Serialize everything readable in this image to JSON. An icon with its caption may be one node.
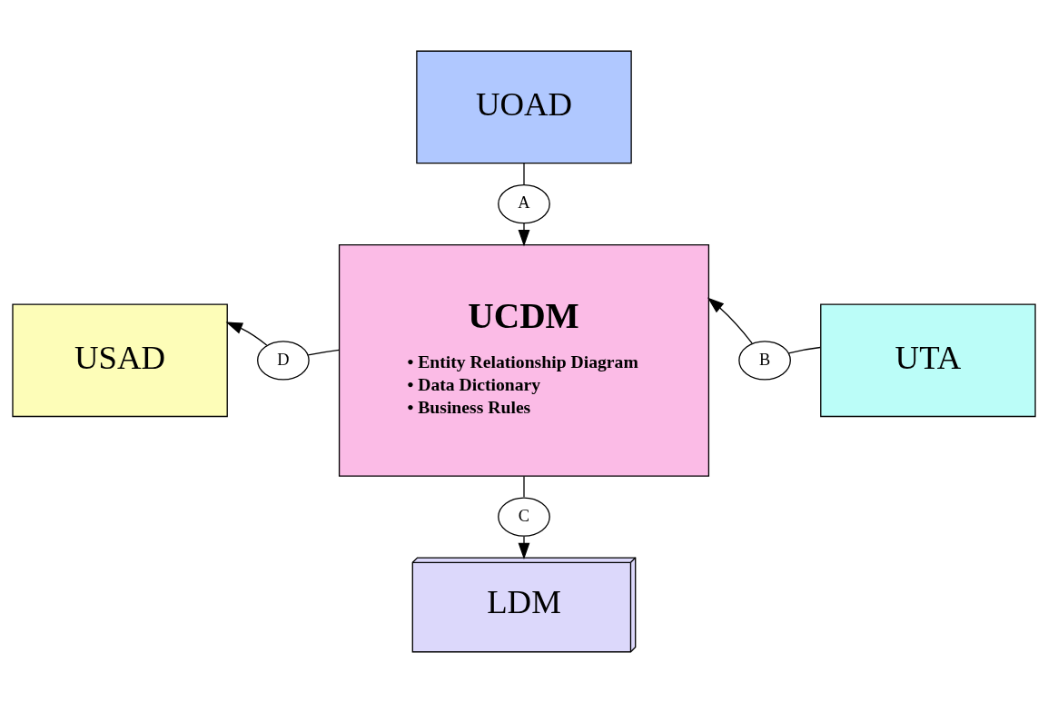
{
  "diagram": {
    "nodes": [
      {
        "text": [
          "UOAD"
        ]
      },
      {
        "text": [
          "A"
        ]
      },
      {
        "text": [
          "UCDM",
          "• Entity Relationship Diagram",
          "• Data Dictionary",
          "• Business Rules"
        ]
      },
      {
        "text": [
          "USAD"
        ]
      },
      {
        "text": [
          "D"
        ]
      },
      {
        "text": [
          "B"
        ]
      },
      {
        "text": [
          "UTA"
        ]
      },
      {
        "text": [
          "C"
        ]
      },
      {
        "text": [
          "LDM"
        ]
      }
    ],
    "edges": [
      {
        "from": 0,
        "to": 1,
        "arrow": "none"
      },
      {
        "from": 1,
        "to": 2,
        "arrow": "to"
      },
      {
        "from": 2,
        "to": 4,
        "arrow": "none"
      },
      {
        "from": 4,
        "to": 3,
        "arrow": "to"
      },
      {
        "from": 6,
        "to": 5,
        "arrow": "none"
      },
      {
        "from": 5,
        "to": 2,
        "arrow": "to"
      },
      {
        "from": 2,
        "to": 7,
        "arrow": "none"
      },
      {
        "from": 7,
        "to": 8,
        "arrow": "to"
      }
    ]
  }
}
